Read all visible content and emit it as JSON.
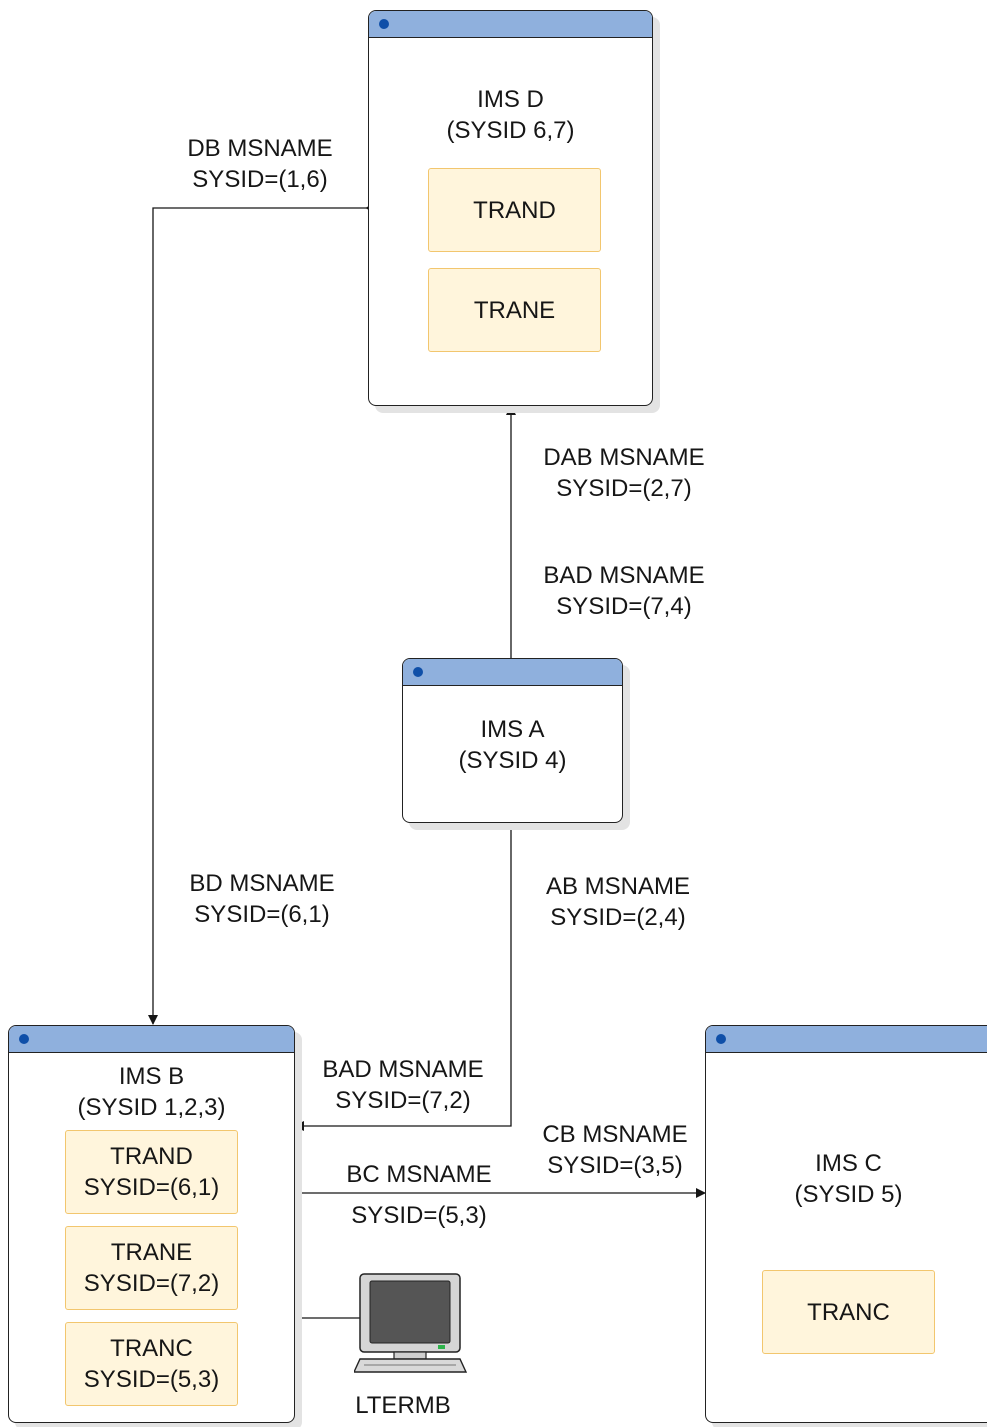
{
  "systems": {
    "ims_d": {
      "name": "IMS D",
      "sysid": "(SYSID 6,7)",
      "trans": [
        {
          "name": "TRAND"
        },
        {
          "name": "TRANE"
        }
      ]
    },
    "ims_a": {
      "name": "IMS A",
      "sysid": "(SYSID 4)"
    },
    "ims_b": {
      "name": "IMS B",
      "sysid": "(SYSID 1,2,3)",
      "trans": [
        {
          "name": "TRAND",
          "sysid": "SYSID=(6,1)"
        },
        {
          "name": "TRANE",
          "sysid": "SYSID=(7,2)"
        },
        {
          "name": "TRANC",
          "sysid": "SYSID=(5,3)"
        }
      ]
    },
    "ims_c": {
      "name": "IMS C",
      "sysid": "(SYSID 5)",
      "trans": [
        {
          "name": "TRANC"
        }
      ]
    }
  },
  "links": {
    "db": {
      "name": "DB MSNAME",
      "sysid": "SYSID=(1,6)"
    },
    "dab": {
      "name": "DAB MSNAME",
      "sysid": "SYSID=(2,7)"
    },
    "bad_top": {
      "name": "BAD MSNAME",
      "sysid": "SYSID=(7,4)"
    },
    "bd": {
      "name": "BD MSNAME",
      "sysid": "SYSID=(6,1)"
    },
    "ab": {
      "name": "AB MSNAME",
      "sysid": "SYSID=(2,4)"
    },
    "bad_bottom": {
      "name": "BAD MSNAME",
      "sysid": "SYSID=(7,2)"
    },
    "cb": {
      "name": "CB MSNAME",
      "sysid": "SYSID=(3,5)"
    },
    "bc": {
      "name": "BC MSNAME",
      "sysid": "SYSID=(5,3)"
    }
  },
  "terminal": {
    "label": "LTERMB"
  }
}
